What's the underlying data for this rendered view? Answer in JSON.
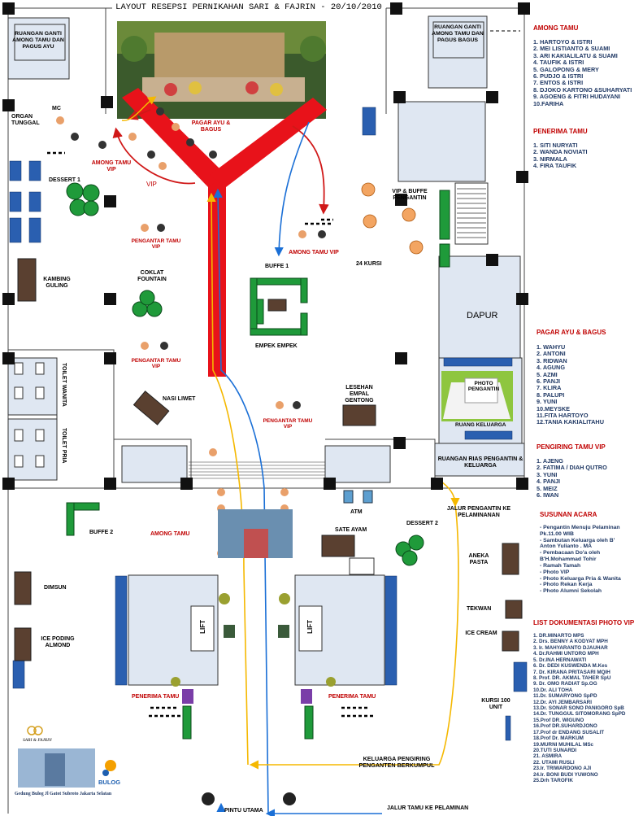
{
  "title": "LAYOUT RESEPSI PERNIKAHAN SARI & FAJRIN - 20/10/2010",
  "colors": {
    "carpet": "#e8121a",
    "table": "#1f9a3a",
    "chair": "#2a5fb0",
    "room": "#dfe7f2",
    "yellow_path": "#f5b800",
    "blue_path": "#1a6fd6"
  },
  "rooms": {
    "dressing_left": "RUANGAN GANTI AMONG TAMU DAN PAGUS AYU",
    "dressing_right": "RUANGAN GANTI AMONG TAMU DAN PAGUS BAGUS",
    "dapur": "DAPUR",
    "toilet_wanita": "TOILET WANITA",
    "toilet_pria": "TOILET PRIA",
    "rias": "RUANGAN RIAS PENGANTIN & KELUARGA",
    "ruang_keluarga": "RUANG KELUARGA",
    "lift1": "LIFT",
    "lift2": "LIFT"
  },
  "labels": {
    "organ": "ORGAN TUNGGAL",
    "mc": "MC",
    "among_tamu_vip": "AMONG TAMU VIP",
    "vip": "VIP",
    "pagar_ayu_bagus": "PAGAR AYU & BAGUS",
    "dessert1": "DESSERT 1",
    "pengantar1": "PENGANTAR TAMU VIP",
    "kambing": "KAMBING GULING",
    "coklat": "COKLAT FOUNTAIN",
    "pengantar2": "PENGANTAR TAMU VIP",
    "buffe1": "BUFFE 1",
    "empek": "EMPEK EMPEK",
    "among_tamu_vip2": "AMONG TAMU VIP",
    "vip_buffe": "VIP & BUFFE PENGANTIN",
    "kursi24": "24 KURSI",
    "photo": "PHOTO PENGANTIN",
    "nasi_liwet": "NASI LIWET",
    "pengantar3": "PENGANTAR TAMU VIP",
    "lesehan": "LESEHAN EMPAL GENTONG",
    "buffe2": "BUFFE 2",
    "among_tamu": "AMONG TAMU",
    "atm": "ATM",
    "sate": "SATE AYAM",
    "dessert2": "DESSERT 2",
    "dimsun": "DIMSUN",
    "ice_poding": "ICE PODING ALMOND",
    "aneka": "ANEKA PASTA",
    "tekwan": "TEKWAN",
    "ice_cream": "ICE CREAM",
    "kursi100": "KURSI 100 UNIT",
    "jalur_pengantin": "JALUR PENGANTIN KE PELAMINANAN",
    "penerima1": "PENERIMA TAMU",
    "penerima2": "PENERIMA TAMU",
    "keluarga": "KELUARGA PENGIRING PENGANTEN BERKUMPUL",
    "pintu": "PINTU UTAMA",
    "jalur_tamu": "JALUR TAMU KE PELAMINAN",
    "bulog": "BULOG",
    "bulog_caption": "Gedung Bulog Jl Gatot Subroto Jakarta Selatan",
    "logo_text": "SARI & FAJRIN"
  },
  "among_tamu": {
    "heading": "AMONG TAMU",
    "items": [
      "1. HARTOYO & ISTRI",
      "2. MEI LISTIANTO & SUAMI",
      "3. ARI KAKIALILATU & SUAMI",
      "4. TAUFIK & ISTRI",
      "5. GALOPONG & MERY",
      "6. PUDJO & ISTRI",
      "7. ENTOS & ISTRI",
      "8. DJOKO KARTONO &SUHARYATI",
      "9. AGOENG & FITRI HUDAYANI",
      "10.FARIHA"
    ]
  },
  "penerima_tamu": {
    "heading": "PENERIMA TAMU",
    "items": [
      "1. SITI NURYATI",
      "2. WANDA NOVIATI",
      "3. NIRMALA",
      "4. FIRA TAUFIK"
    ]
  },
  "pagar_ayu": {
    "heading": "PAGAR AYU & BAGUS",
    "items": [
      "1. WAHYU",
      "2. ANTONI",
      "3. RIDWAN",
      "4. AGUNG",
      "5. AZMI",
      "6. PANJI",
      "7. KLIRA",
      "8. PALUPI",
      "9. YUNI",
      "10.MEYSKE",
      "11.FITA HARTOYO",
      "12.TANIA KAKIALITAHU"
    ],
    "highlight_color": "#c00000"
  },
  "pengiring_vip": {
    "heading": "PENGIRING TAMU VIP",
    "items": [
      "1. AJENG",
      "2. FATIMA / DIAH QUTRO",
      "3. YUNI",
      "4. PANJI",
      "5. MEIZ",
      "6. IWAN"
    ]
  },
  "susunan_acara": {
    "heading": "SUSUNAN ACARA",
    "items": [
      "- Pengantin Menuju Pelaminan",
      "Pk.11.00 WIB",
      "- Sambutan Keluarga oleh B'",
      "Anton Yulianto . MA",
      "- Pembacaan Do'a oleh",
      "B'H.Mohammad Tohir",
      "- Ramah Tamah",
      "- Photo VIP",
      "- Photo Keluarga Pria & Wanita",
      "- Photo Rekan Kerja",
      "- Photo Alumni Sekolah"
    ]
  },
  "dokumentasi": {
    "heading": "LIST DOKUMENTASI  PHOTO VIP",
    "items": [
      "1. DR.MINARTO MPS",
      "2. Drs. BENNY A KODYAT MPH",
      "3. Ir. MAHYARANTO DJAUHAR",
      "4. Dr.RAHMI UNTORO MPH",
      "5. Dr.INA HERNAWATI",
      "6. Dr. DEDI KUSWENDA M.Kes",
      "7. Dr. KIRANA PRITASARI MQIH",
      "8. Prof. DR. AKMAL TAHER SpU",
      "9. Dr. OMO RADIAT Sp.OG",
      "10.Dr. ALI TOHA",
      "11.Dr. SUMARYONO SpPD",
      "12.Dr. AYI JEMBARSARI",
      "13.Dr. SONAR SONO PANIGORO SpB",
      "14.Dr. TUNGGUL SITOMORANG SpPD",
      "15.Prof DR. WIGUNO",
      "16.Prof DR.SUHARDJONO",
      "17.Prof dr ENDANG SUSALIT",
      "18.Prof Dr. MARKUM",
      "19.MURNI MUHILAL MSc",
      "20.TUTI SUNARDI",
      "21. ASMIRA",
      "22. UTAMI RUSLI",
      "23.Ir. TRIWARDONO AJI",
      "24.Ir. BONI BUDI YUWONO",
      "25.Drh TAROFIK"
    ]
  }
}
